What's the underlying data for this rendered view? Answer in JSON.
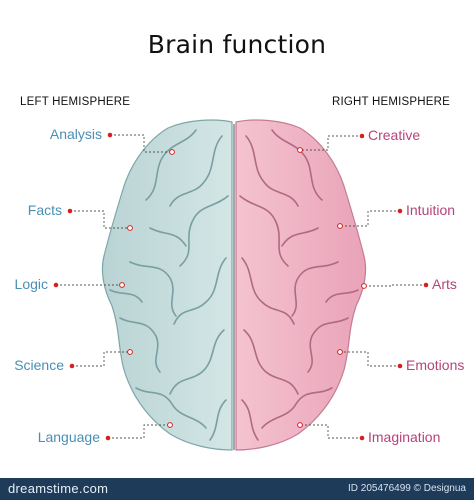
{
  "title": "Brain function",
  "left_hemisphere": {
    "heading": "LEFT HEMISPHERE",
    "functions": [
      "Analysis",
      "Facts",
      "Logic",
      "Science",
      "Language"
    ]
  },
  "right_hemisphere": {
    "heading": "RIGHT HEMISPHERE",
    "functions": [
      "Creative",
      "Intuition",
      "Arts",
      "Emotions",
      "Imagination"
    ]
  },
  "colors": {
    "left_lobe": "#c9dfdf",
    "right_lobe": "#f0b8c8",
    "left_text": "#4a8fb5",
    "right_text": "#b5447a",
    "marker": "#d91e1e",
    "footer": "#1f3b5a"
  },
  "footer": {
    "brand": "dreamstime.com",
    "meta": "ID 205476499 © Designua"
  }
}
